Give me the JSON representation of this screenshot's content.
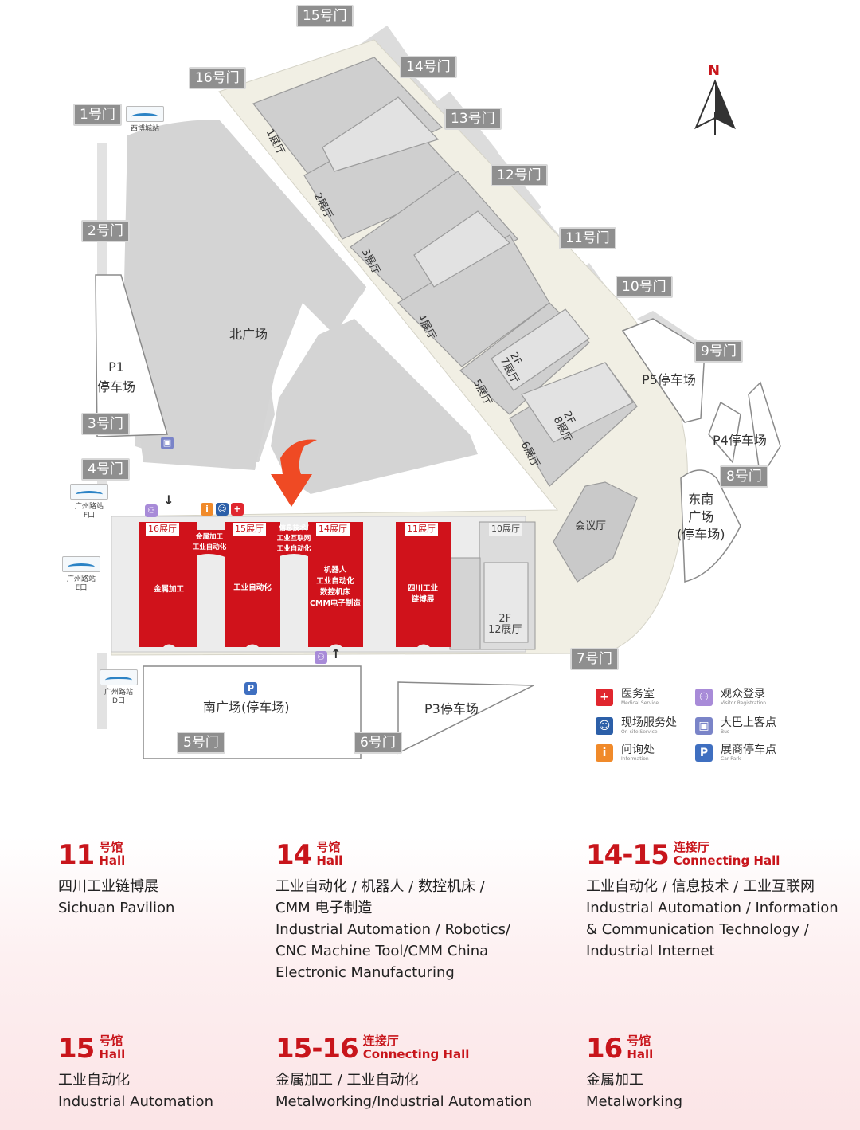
{
  "compass": {
    "north": "N"
  },
  "gates": [
    {
      "id": "g15",
      "label": "15号门"
    },
    {
      "id": "g14",
      "label": "14号门"
    },
    {
      "id": "g16",
      "label": "16号门"
    },
    {
      "id": "g1",
      "label": "1号门"
    },
    {
      "id": "g13",
      "label": "13号门"
    },
    {
      "id": "g12",
      "label": "12号门"
    },
    {
      "id": "g11",
      "label": "11号门"
    },
    {
      "id": "g2",
      "label": "2号门"
    },
    {
      "id": "g10",
      "label": "10号门"
    },
    {
      "id": "g9",
      "label": "9号门"
    },
    {
      "id": "g3",
      "label": "3号门"
    },
    {
      "id": "g4",
      "label": "4号门"
    },
    {
      "id": "g8",
      "label": "8号门"
    },
    {
      "id": "g7",
      "label": "7号门"
    },
    {
      "id": "g5",
      "label": "5号门"
    },
    {
      "id": "g6",
      "label": "6号门"
    }
  ],
  "areas": {
    "north_plaza": "北广场",
    "p1": "P1\n停车场",
    "p5": "P5停车场",
    "p4": "P4停车场",
    "southeast_plaza": "东南\n广场\n(停车场)",
    "conference": "会议厅",
    "south_plaza": "南广场(停车场)",
    "p3": "P3停车场"
  },
  "stations": {
    "xibo": "西博城站",
    "guangzhou_f": "广州路站\nF口",
    "guangzhou_e": "广州路站\nE口",
    "guangzhou_d": "广州路站\nD口"
  },
  "halls_diagonal": [
    "1展厅",
    "2展厅",
    "3展厅",
    "4展厅",
    "5展厅",
    "6展厅",
    "2F\n7展厅",
    "2F\n8展厅"
  ],
  "halls_south": {
    "h16": {
      "tab": "16展厅",
      "content": "金属加工"
    },
    "c1516": {
      "content": "金属加工\n工业自动化"
    },
    "h15": {
      "tab": "15展厅",
      "content": "工业自动化"
    },
    "c1415": {
      "content": "信息技术/\n工业互联网\n工业自动化"
    },
    "h14": {
      "tab": "14展厅",
      "content": "机器人\n工业自动化\n数控机床\nCMM电子制造"
    },
    "h11": {
      "tab": "11展厅",
      "content": "四川工业\n链博展"
    },
    "h10": {
      "tab": "10展厅"
    },
    "h12": {
      "tab": "2F\n12展厅"
    }
  },
  "legend": [
    {
      "zh": "医务室",
      "en": "Medical Service",
      "color": "#e0262e",
      "glyph": "+"
    },
    {
      "zh": "观众登录",
      "en": "Visitor Registration",
      "color": "#a88bd8",
      "glyph": "⚇"
    },
    {
      "zh": "现场服务处",
      "en": "On-site Service",
      "color": "#2c5fa8",
      "glyph": "☺"
    },
    {
      "zh": "大巴上客点",
      "en": "Bus",
      "color": "#7a84c8",
      "glyph": "▣"
    },
    {
      "zh": "问询处",
      "en": "Information",
      "color": "#f08a2a",
      "glyph": "i"
    },
    {
      "zh": "展商停车点",
      "en": "Car Park",
      "color": "#3f6fc0",
      "glyph": "P"
    }
  ],
  "info_cards": [
    {
      "num": "11",
      "tag1": "号馆",
      "tag2": "Hall",
      "desc": "四川工业链博展\nSichuan Pavilion"
    },
    {
      "num": "14",
      "tag1": "号馆",
      "tag2": "Hall",
      "desc": "工业自动化 / 机器人 / 数控机床 /\nCMM 电子制造\nIndustrial Automation / Robotics/\nCNC Machine Tool/CMM China\nElectronic Manufacturing"
    },
    {
      "num": "14-15",
      "tag1": "连接厅",
      "tag2": "Connecting Hall",
      "desc": "工业自动化 / 信息技术 / 工业互联网\nIndustrial Automation / Information\n& Communication Technology /\nIndustrial Internet"
    },
    {
      "num": "15",
      "tag1": "号馆",
      "tag2": "Hall",
      "desc": "工业自动化\nIndustrial Automation"
    },
    {
      "num": "15-16",
      "tag1": "连接厅",
      "tag2": "Connecting Hall",
      "desc": "金属加工 / 工业自动化\nMetalworking/Industrial Automation"
    },
    {
      "num": "16",
      "tag1": "号馆",
      "tag2": "Hall",
      "desc": "金属加工\nMetalworking"
    }
  ]
}
